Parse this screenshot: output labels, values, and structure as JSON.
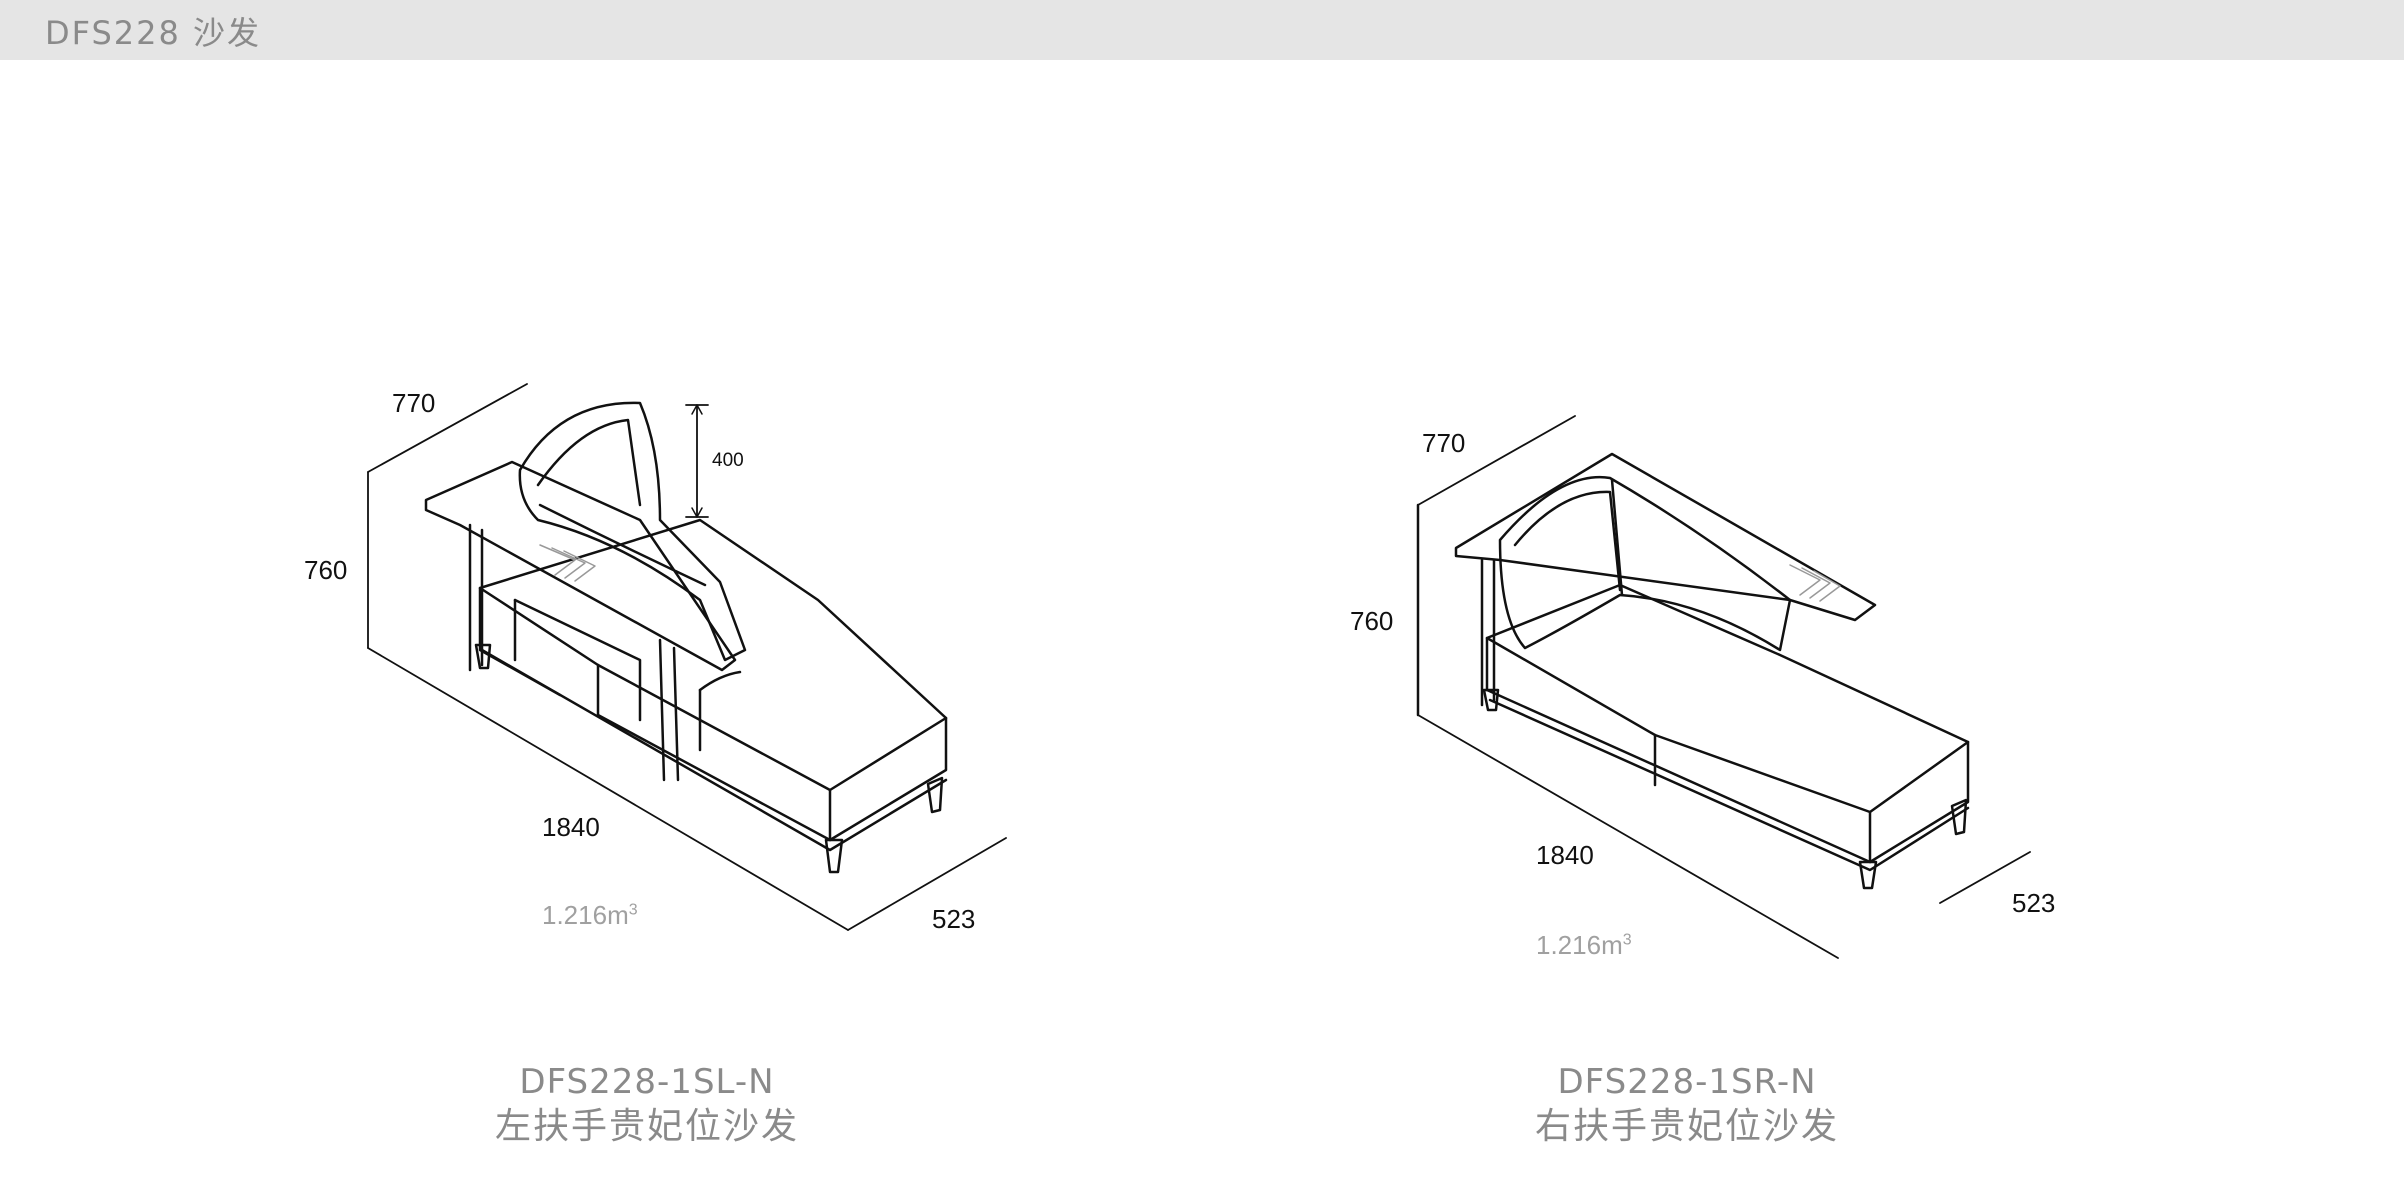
{
  "header": {
    "title": "DFS228 沙发"
  },
  "products": [
    {
      "code": "DFS228-1SL-N",
      "name": "左扶手贵妃位沙发",
      "dims": {
        "depth": "770",
        "height": "760",
        "length": "1840",
        "width": "523",
        "back_height": "400"
      },
      "volume": {
        "value": "1.216m",
        "sup": "3"
      }
    },
    {
      "code": "DFS228-1SR-N",
      "name": "右扶手贵妃位沙发",
      "dims": {
        "depth": "770",
        "height": "760",
        "length": "1840",
        "width": "523"
      },
      "volume": {
        "value": "1.216m",
        "sup": "3"
      }
    }
  ]
}
